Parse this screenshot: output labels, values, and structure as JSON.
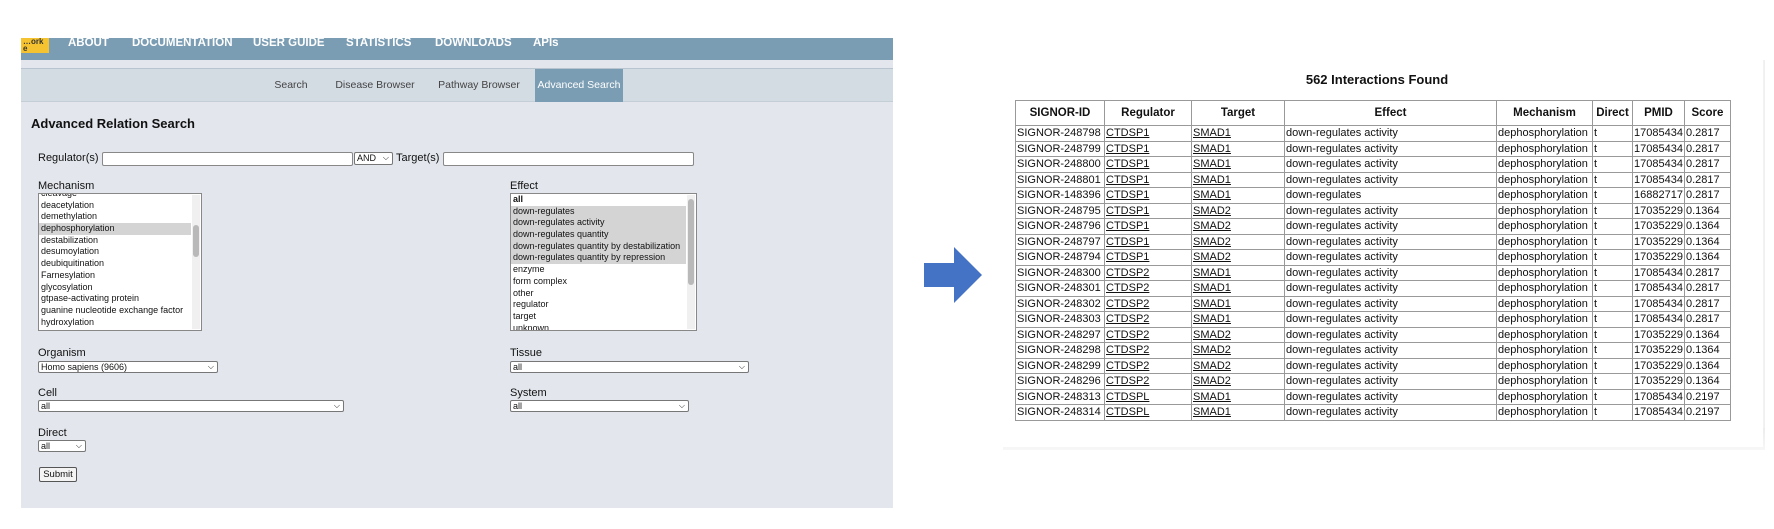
{
  "site": {
    "logo_text": "…ork e",
    "nav": [
      "ABOUT",
      "DOCUMENTATION",
      "USER GUIDE",
      "STATISTICS",
      "DOWNLOADS",
      "APIs"
    ],
    "subnav": [
      "Search",
      "Disease Browser",
      "Pathway Browser",
      "Advanced Search"
    ],
    "subnav_active": "Advanced Search"
  },
  "form": {
    "title": "Advanced Relation Search",
    "regulator_label": "Regulator(s)",
    "regulator_value": "",
    "operator": "AND",
    "target_label": "Target(s)",
    "target_value": "",
    "mechanism_label": "Mechanism",
    "mechanism_options": [
      {
        "label": "cleavage",
        "selected": false
      },
      {
        "label": "deacetylation",
        "selected": false
      },
      {
        "label": "demethylation",
        "selected": false
      },
      {
        "label": "dephosphorylation",
        "selected": true
      },
      {
        "label": "destabilization",
        "selected": false
      },
      {
        "label": "desumoylation",
        "selected": false
      },
      {
        "label": "deubiquitination",
        "selected": false
      },
      {
        "label": "Farnesylation",
        "selected": false
      },
      {
        "label": "glycosylation",
        "selected": false
      },
      {
        "label": "gtpase-activating protein",
        "selected": false
      },
      {
        "label": "guanine nucleotide exchange factor",
        "selected": false
      },
      {
        "label": "hydroxylation",
        "selected": false
      }
    ],
    "effect_label": "Effect",
    "effect_options": [
      {
        "label": "all",
        "selected": false
      },
      {
        "label": "down-regulates",
        "selected": true
      },
      {
        "label": "down-regulates activity",
        "selected": true
      },
      {
        "label": "down-regulates quantity",
        "selected": true
      },
      {
        "label": "down-regulates quantity by destabilization",
        "selected": true
      },
      {
        "label": "down-regulates quantity by repression",
        "selected": true
      },
      {
        "label": "enzyme",
        "selected": false
      },
      {
        "label": "form complex",
        "selected": false
      },
      {
        "label": "other",
        "selected": false
      },
      {
        "label": "regulator",
        "selected": false
      },
      {
        "label": "target",
        "selected": false
      },
      {
        "label": "unknown",
        "selected": false
      }
    ],
    "organism_label": "Organism",
    "organism_value": "Homo sapiens (9606)",
    "tissue_label": "Tissue",
    "tissue_value": "all",
    "cell_label": "Cell",
    "cell_value": "all",
    "system_label": "System",
    "system_value": "all",
    "direct_label": "Direct",
    "direct_value": "all",
    "submit_label": "Submit"
  },
  "arrow_color": "#4472c4",
  "results": {
    "heading": "562 Interactions Found",
    "columns": [
      "SIGNOR-ID",
      "Regulator",
      "Target",
      "Effect",
      "Mechanism",
      "Direct",
      "PMID",
      "Score"
    ],
    "rows": [
      [
        "SIGNOR-248798",
        "CTDSP1",
        "SMAD1",
        "down-regulates activity",
        "dephosphorylation",
        "t",
        "17085434",
        "0.2817"
      ],
      [
        "SIGNOR-248799",
        "CTDSP1",
        "SMAD1",
        "down-regulates activity",
        "dephosphorylation",
        "t",
        "17085434",
        "0.2817"
      ],
      [
        "SIGNOR-248800",
        "CTDSP1",
        "SMAD1",
        "down-regulates activity",
        "dephosphorylation",
        "t",
        "17085434",
        "0.2817"
      ],
      [
        "SIGNOR-248801",
        "CTDSP1",
        "SMAD1",
        "down-regulates activity",
        "dephosphorylation",
        "t",
        "17085434",
        "0.2817"
      ],
      [
        "SIGNOR-148396",
        "CTDSP1",
        "SMAD1",
        "down-regulates",
        "dephosphorylation",
        "t",
        "16882717",
        "0.2817"
      ],
      [
        "SIGNOR-248795",
        "CTDSP1",
        "SMAD2",
        "down-regulates activity",
        "dephosphorylation",
        "t",
        "17035229",
        "0.1364"
      ],
      [
        "SIGNOR-248796",
        "CTDSP1",
        "SMAD2",
        "down-regulates activity",
        "dephosphorylation",
        "t",
        "17035229",
        "0.1364"
      ],
      [
        "SIGNOR-248797",
        "CTDSP1",
        "SMAD2",
        "down-regulates activity",
        "dephosphorylation",
        "t",
        "17035229",
        "0.1364"
      ],
      [
        "SIGNOR-248794",
        "CTDSP1",
        "SMAD2",
        "down-regulates activity",
        "dephosphorylation",
        "t",
        "17035229",
        "0.1364"
      ],
      [
        "SIGNOR-248300",
        "CTDSP2",
        "SMAD1",
        "down-regulates activity",
        "dephosphorylation",
        "t",
        "17085434",
        "0.2817"
      ],
      [
        "SIGNOR-248301",
        "CTDSP2",
        "SMAD1",
        "down-regulates activity",
        "dephosphorylation",
        "t",
        "17085434",
        "0.2817"
      ],
      [
        "SIGNOR-248302",
        "CTDSP2",
        "SMAD1",
        "down-regulates activity",
        "dephosphorylation",
        "t",
        "17085434",
        "0.2817"
      ],
      [
        "SIGNOR-248303",
        "CTDSP2",
        "SMAD1",
        "down-regulates activity",
        "dephosphorylation",
        "t",
        "17085434",
        "0.2817"
      ],
      [
        "SIGNOR-248297",
        "CTDSP2",
        "SMAD2",
        "down-regulates activity",
        "dephosphorylation",
        "t",
        "17035229",
        "0.1364"
      ],
      [
        "SIGNOR-248298",
        "CTDSP2",
        "SMAD2",
        "down-regulates activity",
        "dephosphorylation",
        "t",
        "17035229",
        "0.1364"
      ],
      [
        "SIGNOR-248299",
        "CTDSP2",
        "SMAD2",
        "down-regulates activity",
        "dephosphorylation",
        "t",
        "17035229",
        "0.1364"
      ],
      [
        "SIGNOR-248296",
        "CTDSP2",
        "SMAD2",
        "down-regulates activity",
        "dephosphorylation",
        "t",
        "17035229",
        "0.1364"
      ],
      [
        "SIGNOR-248313",
        "CTDSPL",
        "SMAD1",
        "down-regulates activity",
        "dephosphorylation",
        "t",
        "17085434",
        "0.2197"
      ],
      [
        "SIGNOR-248314",
        "CTDSPL",
        "SMAD1",
        "down-regulates activity",
        "dephosphorylation",
        "t",
        "17085434",
        "0.2197"
      ]
    ]
  }
}
